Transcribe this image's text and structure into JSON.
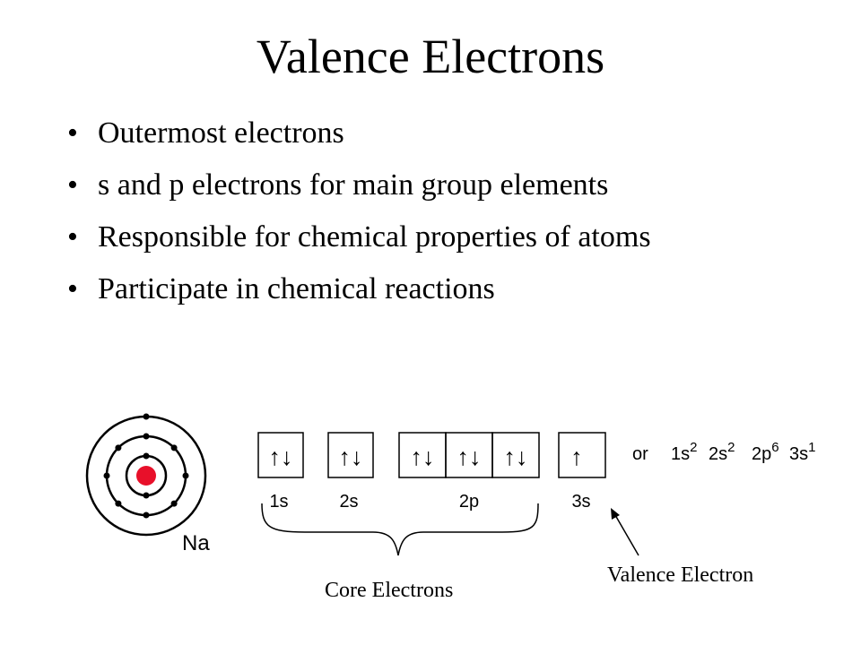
{
  "slide": {
    "title": "Valence Electrons",
    "bullets": [
      "Outermost electrons",
      "s and p electrons for main group elements",
      "Responsible for chemical properties of atoms",
      "Participate in chemical reactions"
    ],
    "bullet_glyph": "•"
  },
  "diagram": {
    "atom_label": "Na",
    "orbitals": [
      {
        "label": "1s",
        "boxes": [
          "↑↓"
        ]
      },
      {
        "label": "2s",
        "boxes": [
          "↑↓"
        ]
      },
      {
        "label": "2p",
        "boxes": [
          "↑↓",
          "↑↓",
          "↑↓"
        ]
      },
      {
        "label": "3s",
        "boxes": [
          "↑"
        ]
      }
    ],
    "or_text": "or",
    "config": [
      {
        "base": "1s",
        "sup": "2"
      },
      {
        "base": "2s",
        "sup": "2"
      },
      {
        "base": "2p",
        "sup": "6"
      },
      {
        "base": "3s",
        "sup": "1"
      }
    ],
    "core_label": "Core Electrons",
    "valence_label": "Valence Electron",
    "nucleus_color": "#e8102a"
  }
}
